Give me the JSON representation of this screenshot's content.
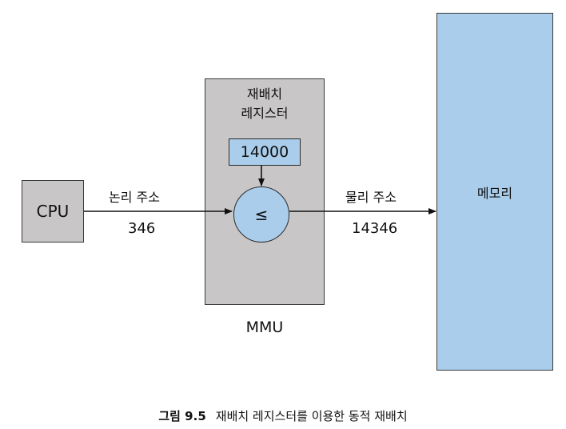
{
  "cpu": {
    "label": "CPU"
  },
  "mmu": {
    "register_title_line1": "재배치",
    "register_title_line2": "레지스터",
    "register_value": "14000",
    "comparator_symbol": "≤",
    "label": "MMU"
  },
  "logical_address": {
    "label": "논리 주소",
    "value": "346"
  },
  "physical_address": {
    "label": "물리 주소",
    "value": "14346"
  },
  "memory": {
    "label": "메모리"
  },
  "caption": {
    "figure": "그림 9.5",
    "text": "재배치 레지스터를 이용한 동적 재배치"
  },
  "colors": {
    "gray_box": "#c8c6c6",
    "blue_box": "#a9cdeb"
  }
}
